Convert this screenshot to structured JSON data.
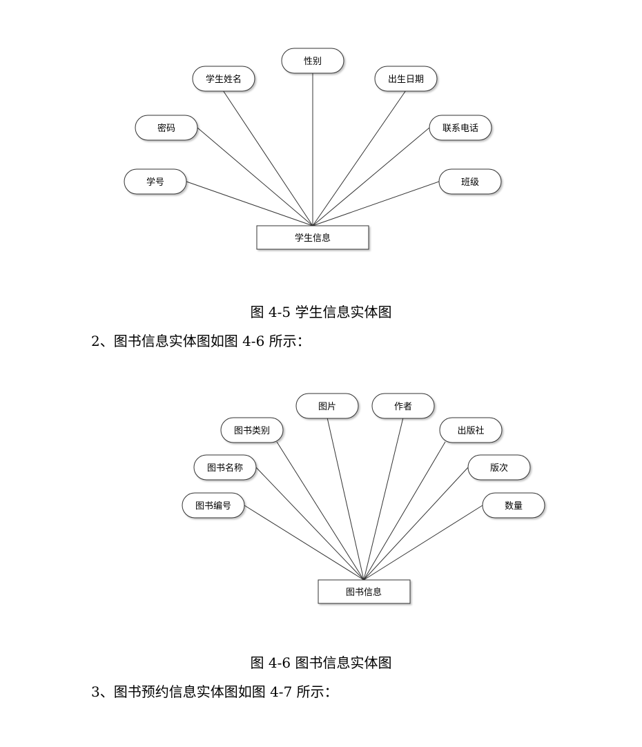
{
  "figures": [
    {
      "entity": "学生信息",
      "attributes": [
        "学号",
        "密码",
        "学生姓名",
        "性别",
        "出生日期",
        "联系电话",
        "班级"
      ],
      "caption": "图 4-5  学生信息实体图"
    },
    {
      "entity": "图书信息",
      "attributes": [
        "图书编号",
        "图书名称",
        "图书类别",
        "图片",
        "作者",
        "出版社",
        "版次",
        "数量"
      ],
      "caption": "图 4-6  图书信息实体图"
    }
  ],
  "paragraphs": [
    "2、图书信息实体图如图 4-6 所示：",
    "3、图书预约信息实体图如图 4-7 所示："
  ]
}
